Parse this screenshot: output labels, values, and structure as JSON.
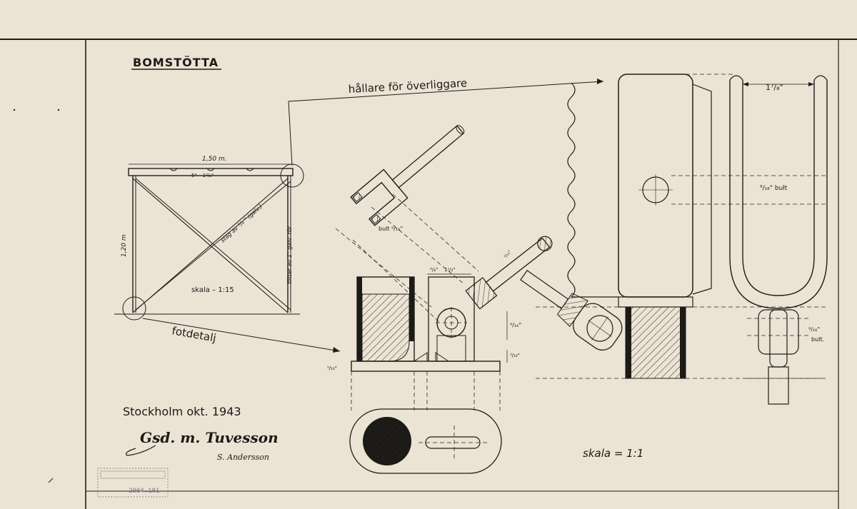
{
  "drawing": {
    "title": "BOMSTÖTTA",
    "callout_holder": "hållare för överliggare",
    "callout_foot": "fotdetalj",
    "place_date": "Stockholm okt. 1943",
    "signature_1": "Gsd. m. Tuvesson",
    "signature_2": "S. Andersson",
    "stamp": "2004.101"
  },
  "frame_view": {
    "width_dim": "1,50 m.",
    "top_bar_label": "5\" – 1³/₄\"",
    "height_dim": "1,20 m",
    "diagonal_label": "stag av ³/₄ \" (galv.)",
    "leg_label": "fötter av 1\" galv. rör",
    "scale": "skala – 1:15"
  },
  "detail_view": {
    "bolt_left": "bult ⁹/₁₆\"",
    "dim_a": "³/₄\"",
    "dim_b": "1¹/₂\"",
    "dim_c": "⁹/₁₆\"",
    "dim_d": "⁹/₁₆\"",
    "dim_e": "³/₁₆\"",
    "dim_f": "³/₁₆\"",
    "width_right": "1⁷/₈\"",
    "bolt_right": "⁹/₁₆\" bult",
    "bolt_lower_right_a": "⁹/₁₆\"",
    "bolt_lower_right_b": "bult.",
    "scale": "skala = 1:1"
  }
}
